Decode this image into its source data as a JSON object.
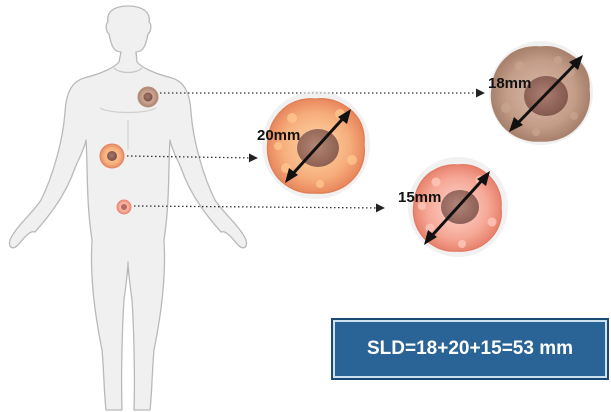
{
  "tumors": [
    {
      "id": "chest",
      "label": "18mm"
    },
    {
      "id": "abdomen",
      "label": "20mm"
    },
    {
      "id": "pelvis",
      "label": "15mm"
    }
  ],
  "formula": "SLD=18+20+15=53 mm",
  "colors": {
    "body_fill": "#f0f0f0",
    "body_outline": "#b9b9b9",
    "tumor_outer": "#f2a582",
    "tumor_core": "#8e5f56",
    "box_fill": "#2a6496",
    "box_text": "#ffffff"
  }
}
